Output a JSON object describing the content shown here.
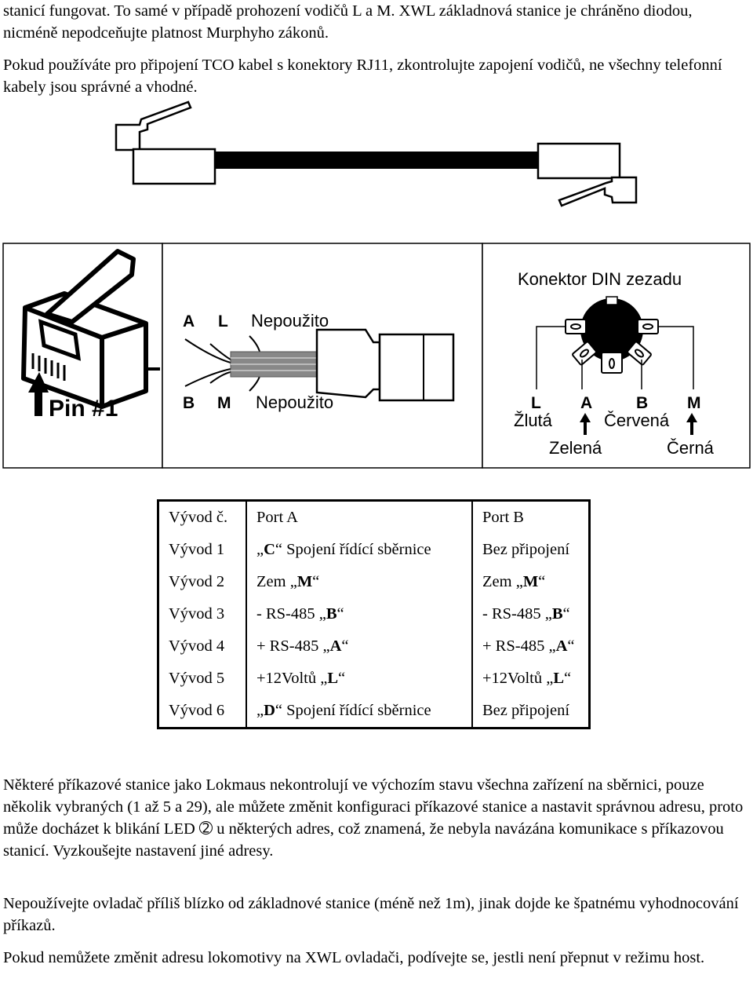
{
  "paragraphs": {
    "p1": "stanicí fungovat. To samé v případě prohození vodičů L a M. XWL základnová stanice je chráněno diodou, nicméně nepodceňujte platnost Murphyho zákonů.",
    "p2": "Pokud používáte pro připojení TCO kabel s konektory RJ11, zkontrolujte zapojení vodičů, ne všechny telefonní kabely jsou správné a vhodné.",
    "p3": "Některé příkazové stanice jako Lokmaus nekontrolují ve výchozím stavu všechna zařízení na sběrnici, pouze několik vybraných (1 až 5 a 29), ale můžete změnit konfiguraci příkazové stanice a nastavit správnou adresu, proto může docházet k blikání LED ➁ u některých adres, což znamená, že nebyla navázána komunikace s příkazovou stanicí. Vyzkoušejte nastavení jiné adresy.",
    "p4": "Nepoužívejte ovladač příliš blízko od základnové stanice (méně než 1m), jinak dojde ke špatnému vyhodnocování příkazů.",
    "p5": "Pokud nemůžete změnit adresu lokomotivy na XWL ovladači, podívejte se, jestli není přepnut v režimu host."
  },
  "diagram": {
    "pin_label": "Pin #1",
    "top_row": {
      "a": "A",
      "l": "L",
      "unused": "Nepoužito"
    },
    "bottom_row": {
      "b": "B",
      "m": "M",
      "unused": "Nepoužito"
    },
    "din_title": "Konektor DIN zezadu",
    "din_letters": {
      "l": "L",
      "a": "A",
      "b": "B",
      "m": "M"
    },
    "din_colors": {
      "yellow": "Žlutá",
      "red": "Červená",
      "green": "Zelená",
      "black": "Černá"
    }
  },
  "table": {
    "headers": [
      "Vývod č.",
      "Port A",
      "Port B"
    ],
    "rows": [
      [
        "Vývod 1",
        "C",
        " Spojení řídící sběrnice",
        "Bez připojení",
        ""
      ],
      [
        "Vývod 2",
        "Zem ",
        "M",
        "Zem ",
        "M"
      ],
      [
        "Vývod 3",
        "- RS-485 ",
        "B",
        "- RS-485 ",
        "B"
      ],
      [
        "Vývod 4",
        "+ RS-485 ",
        "A",
        "+ RS-485 ",
        "A"
      ],
      [
        "Vývod 5",
        "+12Voltů ",
        "L",
        "+12Voltů ",
        "L"
      ],
      [
        "Vývod 6",
        "D",
        " Spojení řídící sběrnice",
        "Bez připojení",
        ""
      ]
    ]
  }
}
